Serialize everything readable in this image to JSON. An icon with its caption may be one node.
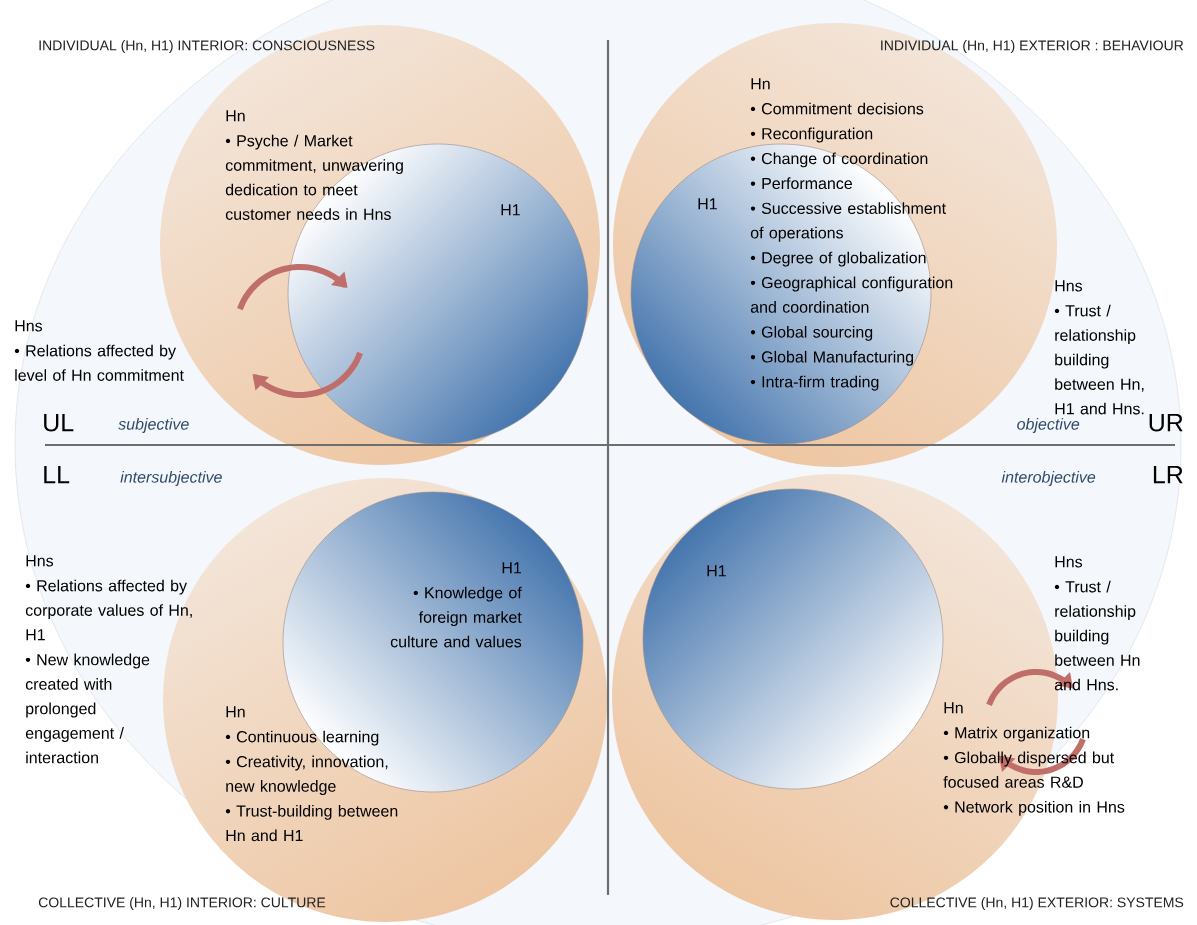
{
  "diagram": {
    "nodes": [
      {
        "text": [],
        "shape": "ellipse"
      },
      {
        "text": [
          "Hn",
          "• Psyche / Market commitment, unwavering dedication to meet customer needs in Hns"
        ],
        "in": 0
      },
      {
        "text": [
          "H1"
        ],
        "in": 0
      },
      {
        "text": [
          "Hn",
          "• Commitment decisions",
          "• Reconfiguration",
          "• Change of coordination",
          "• Performance",
          "• Successive establishment of operations",
          "• Degree of globalization",
          "• Geographical configuration and coordination",
          "• Global sourcing",
          "• Global Manufacturing",
          "• Intra-firm trading"
        ],
        "in": 0
      },
      {
        "text": [
          "H1"
        ],
        "in": 0
      },
      {
        "text": [
          "Hn",
          "• Continuous learning",
          "• Creativity, innovation, new knowledge",
          "• Trust-building between Hn and H1"
        ],
        "in": 0
      },
      {
        "text": [
          "H1",
          "• Knowledge of foreign market culture and values"
        ],
        "in": 0
      },
      {
        "text": [
          "Hn",
          "• Matrix organization",
          "• Globally dispersed but focused areas R&D",
          "• Network position in Hns"
        ],
        "in": 0
      },
      {
        "text": [
          "H1"
        ],
        "in": 0
      }
    ],
    "labels": [
      "INDIVIDUAL (Hn, H1) INTERIOR: CONSCIOUSNESS",
      "INDIVIDUAL (Hn, H1) EXTERIOR : BEHAVIOUR",
      "Hns",
      "• Relations affected by level of Hn commitment",
      "Hns",
      "• Trust / relationship building between Hn, H1 and Hns.",
      "UL",
      "subjective",
      "objective",
      "UR",
      "LL",
      "intersubjective",
      "interobjective",
      "LR",
      "Hns",
      "• Relations affected by corporate values of Hn, H1",
      "• New knowledge created with prolonged engagement / interaction",
      "Hns",
      "• Trust / relationship building between Hn and Hns.",
      "COLLECTIVE (Hn, H1) INTERIOR: CULTURE",
      "COLLECTIVE (Hn, H1) EXTERIOR: SYSTEMS"
    ]
  }
}
